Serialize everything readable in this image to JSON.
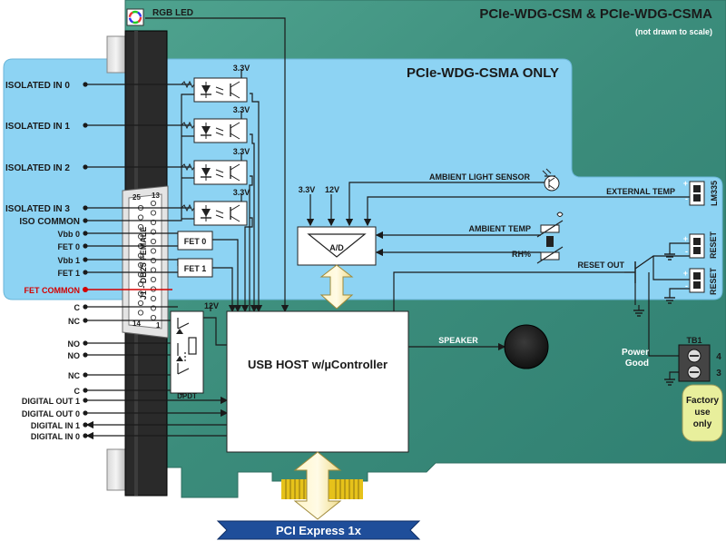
{
  "title": "PCIe-WDG-CSM & PCIe-WDG-CSMA",
  "subtitle": "(not drawn to scale)",
  "csma_only": "PCIe-WDG-CSMA ONLY",
  "rgb_led": "RGB LED",
  "connector": "J1 - DB25 FEMALE",
  "pin_25": "25",
  "pin_13": "13",
  "pin_14": "14",
  "pin_1": "1",
  "supply_33": "3.3V",
  "supply_12": "12V",
  "left_labels": {
    "iso0": "ISOLATED IN 0",
    "iso1": "ISOLATED IN 1",
    "iso2": "ISOLATED IN 2",
    "iso3": "ISOLATED IN 3",
    "iso_common": "ISO COMMON",
    "vbb0": "Vbb 0",
    "fet0": "FET 0",
    "vbb1": "Vbb 1",
    "fet1": "FET 1",
    "fet_common": "FET COMMON",
    "c1": "C",
    "nc1": "NC",
    "no1": "NO",
    "no2": "NO",
    "nc2": "NC",
    "c2": "C",
    "dout1": "DIGITAL OUT 1",
    "dout0": "DIGITAL OUT 0",
    "din1": "DIGITAL IN 1",
    "din0": "DIGITAL IN 0"
  },
  "fet0_box": "FET 0",
  "fet1_box": "FET 1",
  "dpdt": "DPDT",
  "adc": "A/D",
  "ambient_light": "AMBIENT LIGHT SENSOR",
  "external_temp": "EXTERNAL TEMP",
  "lm335": "LM335",
  "ambient_temp": "AMBIENT TEMP",
  "rh": "RH%",
  "reset_out": "RESET OUT",
  "reset": "RESET",
  "plus": "+",
  "minus": "-",
  "tb1": "TB1",
  "tb_4": "4",
  "tb_3": "3",
  "power_good": [
    "Power",
    "Good"
  ],
  "factory": [
    "Factory",
    "use",
    "only"
  ],
  "speaker": "SPEAKER",
  "usb_host": "USB HOST w/µController",
  "pci_express": "PCI  Express 1x",
  "colors": {
    "board": "#3d8f7d",
    "csma_region": "#8dd3f3",
    "box_fill": "#ffffff",
    "pci_banner": "#1f4e9a",
    "fet_common_wire": "#d40000",
    "factory_fill": "#e8ef9c",
    "gold": "#e6c21a"
  }
}
